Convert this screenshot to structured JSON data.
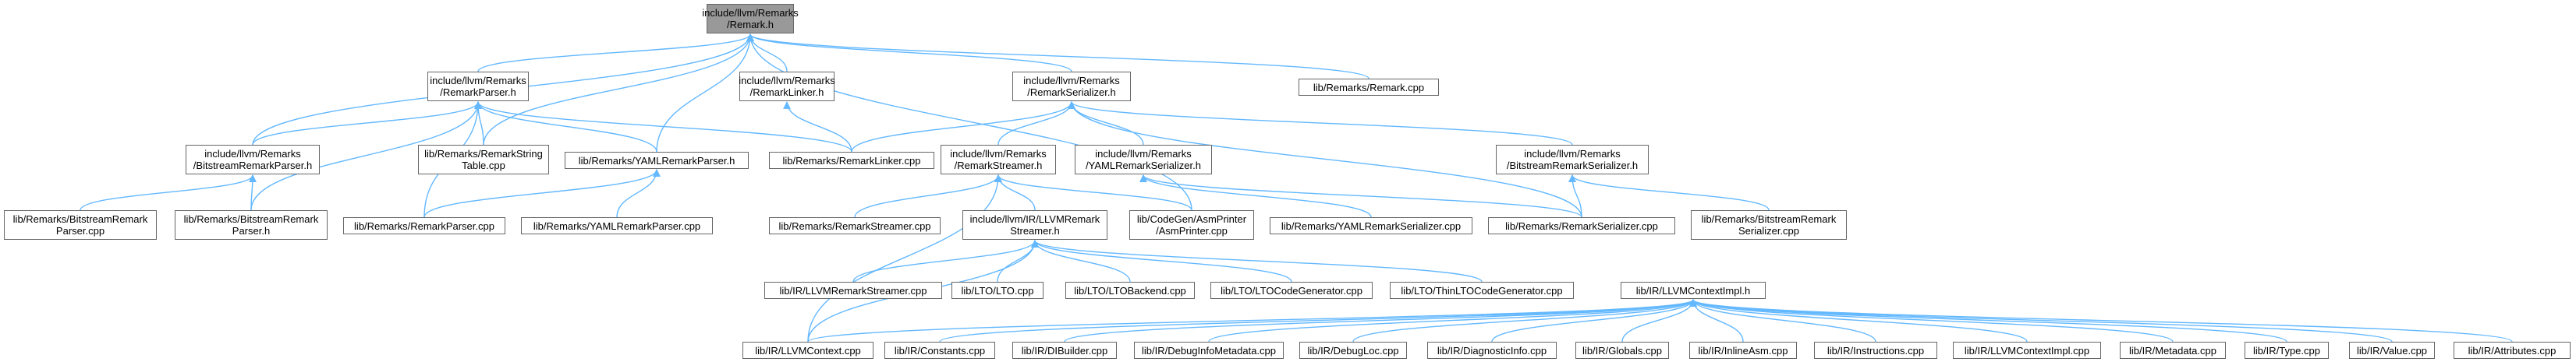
{
  "colors": {
    "edge": "#63b8ff",
    "node_border": "#666666",
    "root_fill": "#999999",
    "node_fill": "#ffffff"
  },
  "nodes": [
    {
      "id": "root",
      "lines": [
        "include/llvm/Remarks",
        "/Remark.h"
      ],
      "root": true
    },
    {
      "id": "rparser",
      "lines": [
        "include/llvm/Remarks",
        "/RemarkParser.h"
      ]
    },
    {
      "id": "rlinkerh",
      "lines": [
        "include/llvm/Remarks",
        "/RemarkLinker.h"
      ]
    },
    {
      "id": "rserh",
      "lines": [
        "include/llvm/Remarks",
        "/RemarkSerializer.h"
      ]
    },
    {
      "id": "remarkcpp",
      "lines": [
        "lib/Remarks/Remark.cpp"
      ]
    },
    {
      "id": "bitparserh",
      "lines": [
        "include/llvm/Remarks",
        "/BitstreamRemarkParser.h"
      ]
    },
    {
      "id": "strtab",
      "lines": [
        "lib/Remarks/RemarkString",
        "Table.cpp"
      ]
    },
    {
      "id": "yamlparserh",
      "lines": [
        "lib/Remarks/YAMLRemarkParser.h"
      ]
    },
    {
      "id": "linkercpp",
      "lines": [
        "lib/Remarks/RemarkLinker.cpp"
      ]
    },
    {
      "id": "rstreamerh",
      "lines": [
        "include/llvm/Remarks",
        "/RemarkStreamer.h"
      ]
    },
    {
      "id": "yamlserh",
      "lines": [
        "include/llvm/Remarks",
        "/YAMLRemarkSerializer.h"
      ]
    },
    {
      "id": "bitserh",
      "lines": [
        "include/llvm/Remarks",
        "/BitstreamRemarkSerializer.h"
      ]
    },
    {
      "id": "bitparsercpp1",
      "lines": [
        "lib/Remarks/BitstreamRemark",
        "Parser.cpp"
      ]
    },
    {
      "id": "bitparsercpp2",
      "lines": [
        "lib/Remarks/BitstreamRemark",
        "Parser.h"
      ]
    },
    {
      "id": "parsercpp",
      "lines": [
        "lib/Remarks/RemarkParser.cpp"
      ]
    },
    {
      "id": "yamlparsercpp",
      "lines": [
        "lib/Remarks/YAMLRemarkParser.cpp"
      ]
    },
    {
      "id": "streamercpp",
      "lines": [
        "lib/Remarks/RemarkStreamer.cpp"
      ]
    },
    {
      "id": "llvmstreamerh",
      "lines": [
        "include/llvm/IR/LLVMRemark",
        "Streamer.h"
      ]
    },
    {
      "id": "asmprinter",
      "lines": [
        "lib/CodeGen/AsmPrinter",
        "/AsmPrinter.cpp"
      ]
    },
    {
      "id": "yamlsercpp",
      "lines": [
        "lib/Remarks/YAMLRemarkSerializer.cpp"
      ]
    },
    {
      "id": "sercpp",
      "lines": [
        "lib/Remarks/RemarkSerializer.cpp"
      ]
    },
    {
      "id": "bitsercpp",
      "lines": [
        "lib/Remarks/BitstreamRemark",
        "Serializer.cpp"
      ]
    },
    {
      "id": "irstreamercpp",
      "lines": [
        "lib/IR/LLVMRemarkStreamer.cpp"
      ]
    },
    {
      "id": "ltocpp",
      "lines": [
        "lib/LTO/LTO.cpp"
      ]
    },
    {
      "id": "ltobackend",
      "lines": [
        "lib/LTO/LTOBackend.cpp"
      ]
    },
    {
      "id": "ltocodegen",
      "lines": [
        "lib/LTO/LTOCodeGenerator.cpp"
      ]
    },
    {
      "id": "thinlto",
      "lines": [
        "lib/LTO/ThinLTOCodeGenerator.cpp"
      ]
    },
    {
      "id": "ctximplh",
      "lines": [
        "lib/IR/LLVMContextImpl.h"
      ]
    },
    {
      "id": "ctxcpp",
      "lines": [
        "lib/IR/LLVMContext.cpp"
      ]
    },
    {
      "id": "constants",
      "lines": [
        "lib/IR/Constants.cpp"
      ]
    },
    {
      "id": "dibuilder",
      "lines": [
        "lib/IR/DIBuilder.cpp"
      ]
    },
    {
      "id": "debuginfometa",
      "lines": [
        "lib/IR/DebugInfoMetadata.cpp"
      ]
    },
    {
      "id": "debugloc",
      "lines": [
        "lib/IR/DebugLoc.cpp"
      ]
    },
    {
      "id": "diaginfo",
      "lines": [
        "lib/IR/DiagnosticInfo.cpp"
      ]
    },
    {
      "id": "globals",
      "lines": [
        "lib/IR/Globals.cpp"
      ]
    },
    {
      "id": "inlineasm",
      "lines": [
        "lib/IR/InlineAsm.cpp"
      ]
    },
    {
      "id": "instructions",
      "lines": [
        "lib/IR/Instructions.cpp"
      ]
    },
    {
      "id": "ctximplcpp",
      "lines": [
        "lib/IR/LLVMContextImpl.cpp"
      ]
    },
    {
      "id": "metadata",
      "lines": [
        "lib/IR/Metadata.cpp"
      ]
    },
    {
      "id": "type",
      "lines": [
        "lib/IR/Type.cpp"
      ]
    },
    {
      "id": "value",
      "lines": [
        "lib/IR/Value.cpp"
      ]
    },
    {
      "id": "attributes",
      "lines": [
        "lib/IR/Attributes.cpp"
      ]
    }
  ],
  "edges": [
    [
      "rparser",
      "root"
    ],
    [
      "rlinkerh",
      "root"
    ],
    [
      "rserh",
      "root"
    ],
    [
      "remarkcpp",
      "root"
    ],
    [
      "bitparserh",
      "root"
    ],
    [
      "strtab",
      "root"
    ],
    [
      "yamlparserh",
      "root"
    ],
    [
      "asmprinter",
      "root"
    ],
    [
      "bitparserh",
      "rparser"
    ],
    [
      "strtab",
      "rparser"
    ],
    [
      "yamlparserh",
      "rparser"
    ],
    [
      "linkercpp",
      "rparser"
    ],
    [
      "parsercpp",
      "rparser"
    ],
    [
      "bitparsercpp2",
      "rparser"
    ],
    [
      "linkercpp",
      "rlinkerh"
    ],
    [
      "linkercpp",
      "rserh"
    ],
    [
      "rstreamerh",
      "rserh"
    ],
    [
      "yamlserh",
      "rserh"
    ],
    [
      "bitserh",
      "rserh"
    ],
    [
      "sercpp",
      "rserh"
    ],
    [
      "bitparsercpp1",
      "bitparserh"
    ],
    [
      "bitparsercpp2",
      "bitparserh"
    ],
    [
      "parsercpp",
      "yamlparserh"
    ],
    [
      "yamlparsercpp",
      "yamlparserh"
    ],
    [
      "streamercpp",
      "rstreamerh"
    ],
    [
      "llvmstreamerh",
      "rstreamerh"
    ],
    [
      "asmprinter",
      "rstreamerh"
    ],
    [
      "ctxcpp",
      "rstreamerh"
    ],
    [
      "yamlsercpp",
      "yamlserh"
    ],
    [
      "sercpp",
      "yamlserh"
    ],
    [
      "sercpp",
      "bitserh"
    ],
    [
      "bitsercpp",
      "bitserh"
    ],
    [
      "irstreamercpp",
      "llvmstreamerh"
    ],
    [
      "ltocpp",
      "llvmstreamerh"
    ],
    [
      "ltobackend",
      "llvmstreamerh"
    ],
    [
      "ltocodegen",
      "llvmstreamerh"
    ],
    [
      "thinlto",
      "llvmstreamerh"
    ],
    [
      "ctxcpp",
      "llvmstreamerh"
    ],
    [
      "ctxcpp",
      "ctximplh"
    ],
    [
      "constants",
      "ctximplh"
    ],
    [
      "dibuilder",
      "ctximplh"
    ],
    [
      "debuginfometa",
      "ctximplh"
    ],
    [
      "debugloc",
      "ctximplh"
    ],
    [
      "diaginfo",
      "ctximplh"
    ],
    [
      "globals",
      "ctximplh"
    ],
    [
      "inlineasm",
      "ctximplh"
    ],
    [
      "instructions",
      "ctximplh"
    ],
    [
      "ctximplcpp",
      "ctximplh"
    ],
    [
      "metadata",
      "ctximplh"
    ],
    [
      "type",
      "ctximplh"
    ],
    [
      "value",
      "ctximplh"
    ],
    [
      "attributes",
      "ctximplh"
    ]
  ]
}
